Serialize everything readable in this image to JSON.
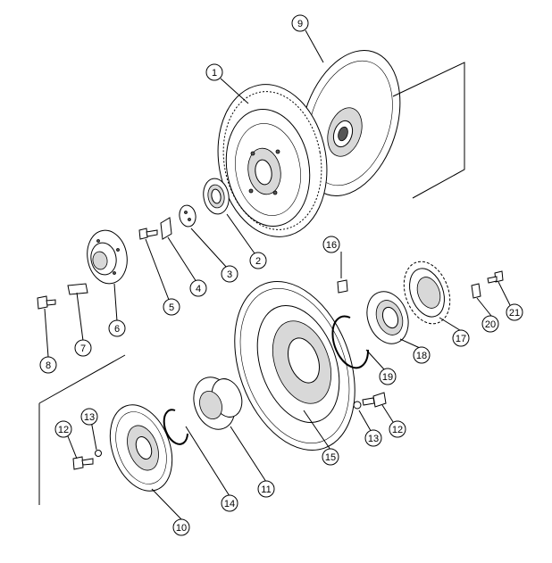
{
  "diagram": {
    "callouts": [
      {
        "id": "c1",
        "label": "1"
      },
      {
        "id": "c2",
        "label": "2"
      },
      {
        "id": "c3",
        "label": "3"
      },
      {
        "id": "c4",
        "label": "4"
      },
      {
        "id": "c5",
        "label": "5"
      },
      {
        "id": "c6",
        "label": "6"
      },
      {
        "id": "c7",
        "label": "7"
      },
      {
        "id": "c8",
        "label": "8"
      },
      {
        "id": "c9",
        "label": "9"
      },
      {
        "id": "c10",
        "label": "10"
      },
      {
        "id": "c11",
        "label": "11"
      },
      {
        "id": "c12a",
        "label": "12"
      },
      {
        "id": "c12b",
        "label": "12"
      },
      {
        "id": "c13a",
        "label": "13"
      },
      {
        "id": "c13b",
        "label": "13"
      },
      {
        "id": "c14",
        "label": "14"
      },
      {
        "id": "c15",
        "label": "15"
      },
      {
        "id": "c16",
        "label": "16"
      },
      {
        "id": "c17",
        "label": "17"
      },
      {
        "id": "c18",
        "label": "18"
      },
      {
        "id": "c19",
        "label": "19"
      },
      {
        "id": "c20",
        "label": "20"
      },
      {
        "id": "c21",
        "label": "21"
      }
    ]
  }
}
